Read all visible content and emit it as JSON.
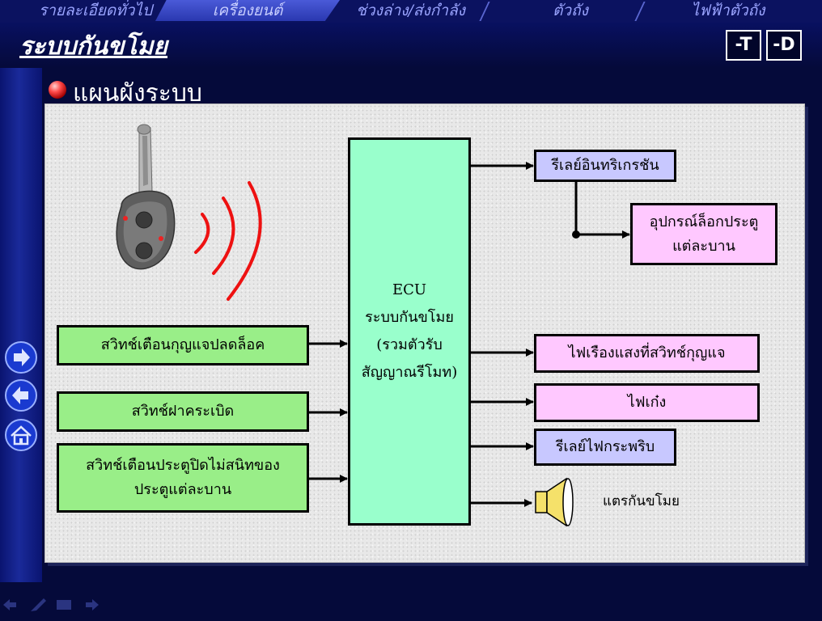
{
  "nav": {
    "tabs": [
      {
        "label": "รายละเอียดทั่วไป",
        "active": false
      },
      {
        "label": "เครื่องยนต์",
        "active": true
      },
      {
        "label": "ช่วงล่าง/ส่งกำลัง",
        "active": false
      },
      {
        "label": "ตัวถัง",
        "active": false
      },
      {
        "label": "ไฟฟ้าตัวถัง",
        "active": false
      }
    ]
  },
  "header": {
    "title": "ระบบกันขโมย",
    "btn_t": "-T",
    "btn_d": "-D"
  },
  "section": {
    "title": "แผนผังระบบ"
  },
  "diagram": {
    "inputs": [
      "สวิทช์เตือนกุญแจปลดล็อค",
      "สวิทช์ฝาคระเบิด",
      "สวิทช์เตือนประตูปิดไม่สนิทของประตูแต่ละบาน"
    ],
    "ecu": {
      "line1": "ECU",
      "line2": "ระบบกันขโมย",
      "line3": "(รวมตัวรับ",
      "line4": "สัญญาณรีโมท)"
    },
    "outputs": {
      "relay_ignition": "รีเลย์อินทริเกรชัน",
      "door_lock": "อุปกรณ์ล็อกประตูแต่ละบาน",
      "key_light": "ไฟเรืองแสงที่สวิทช์กุญแจ",
      "headlight": "ไฟเก๋ง",
      "flasher_relay": "รีเลย์ไฟกระพริบ",
      "alarm": "แตรกันขโมย"
    }
  },
  "colors": {
    "background": "#050a3a",
    "input_box": "#99ee88",
    "ecu_box": "#99ffcc",
    "relay_box": "#c8c8ff",
    "output_box": "#ffc8ff",
    "signal_waves": "#ee1111"
  }
}
